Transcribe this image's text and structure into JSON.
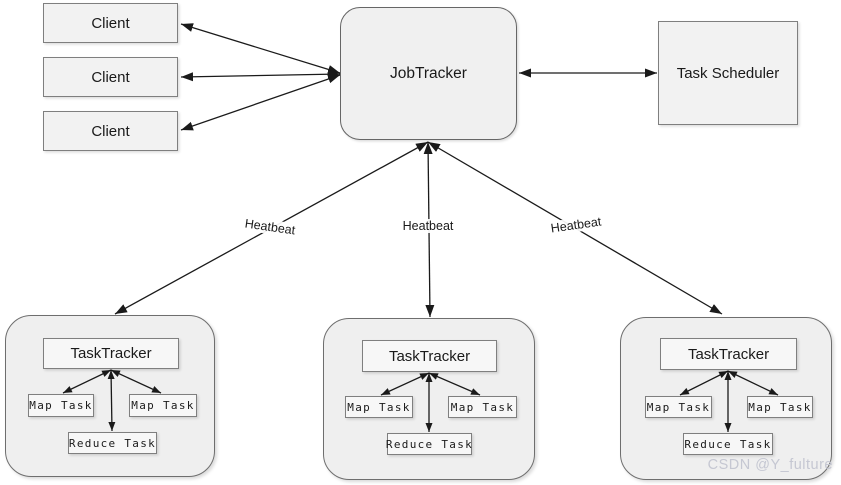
{
  "diagram": {
    "clients": [
      {
        "label": "Client"
      },
      {
        "label": "Client"
      },
      {
        "label": "Client"
      }
    ],
    "jobtracker_label": "JobTracker",
    "task_scheduler_label": "Task Scheduler",
    "heartbeat_labels": [
      "Heatbeat",
      "Heatbeat",
      "Heatbeat"
    ],
    "groups": [
      {
        "tracker": "TaskTracker",
        "map1": "Map Task",
        "map2": "Map Task",
        "reduce": "Reduce Task"
      },
      {
        "tracker": "TaskTracker",
        "map1": "Map Task",
        "map2": "Map Task",
        "reduce": "Reduce Task"
      },
      {
        "tracker": "TaskTracker",
        "map1": "Map Task",
        "map2": "Map Task",
        "reduce": "Reduce Task"
      }
    ],
    "watermark": "CSDN @Y_fulture",
    "colors": {
      "box_fill": "#f2f2f2",
      "group_fill": "#efefef",
      "box_border": "#7f7f7f",
      "line": "#1a1a1a",
      "watermark": "#c5c7d2"
    }
  }
}
